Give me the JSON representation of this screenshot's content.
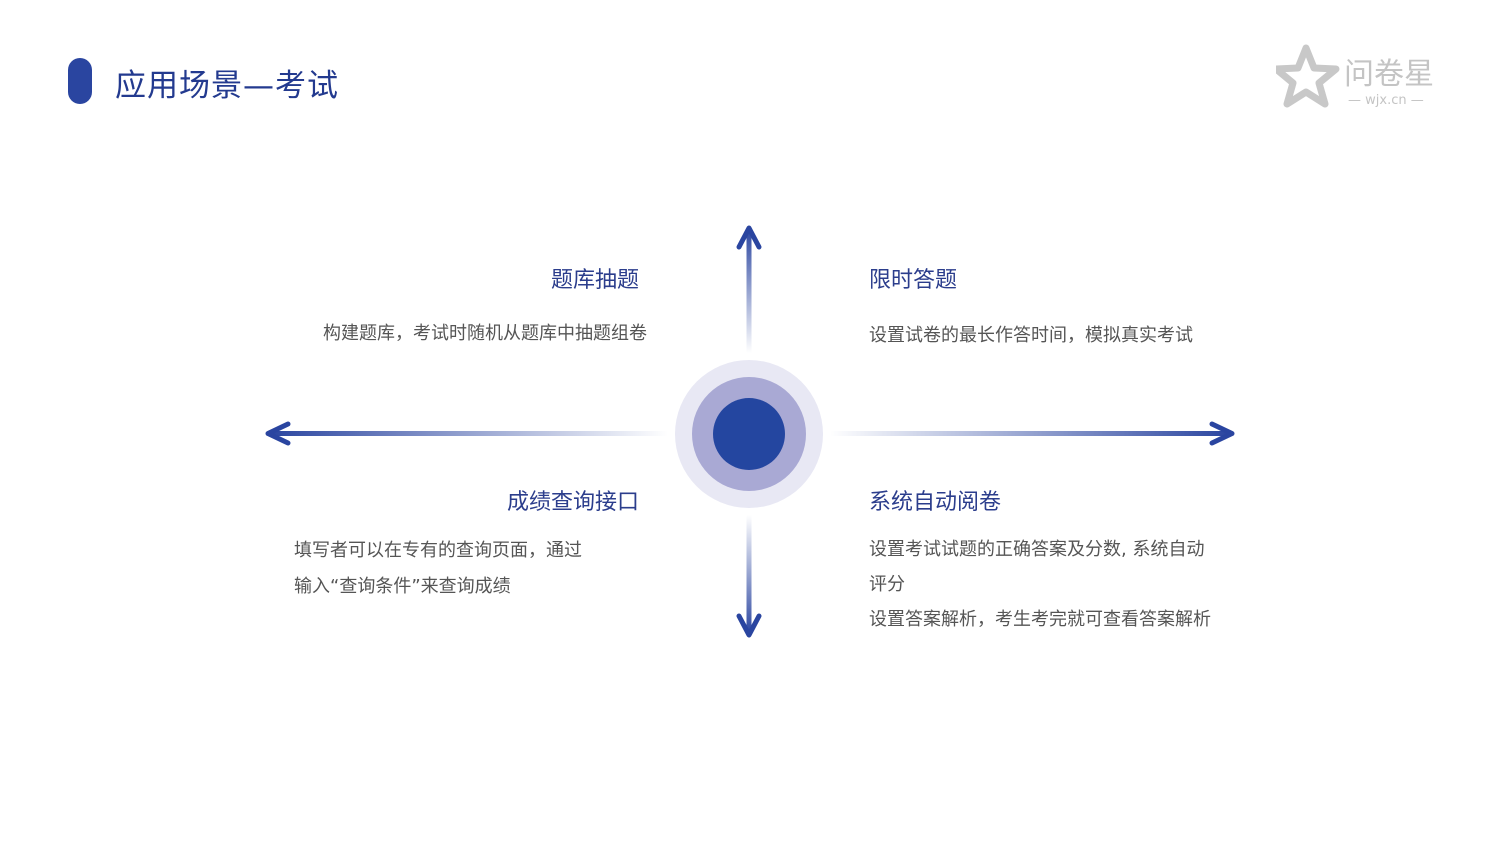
{
  "title": "应用场景—考试",
  "logo": {
    "name": "问卷星",
    "domain": "wjx.cn"
  },
  "colors": {
    "accent": "#2446a0",
    "ring_mid": "#a9a9d4",
    "ring_outer": "#e8e8f4",
    "text": "#555555"
  },
  "quadrants": [
    {
      "heading": "题库抽题",
      "lines": [
        "构建题库，考试时随机从题库中抽题组卷"
      ]
    },
    {
      "heading": "限时答题",
      "lines": [
        "设置试卷的最长作答时间，模拟真实考试"
      ]
    },
    {
      "heading": "成绩查询接口",
      "lines": [
        "填写者可以在专有的查询页面，通过",
        "输入“查询条件”来查询成绩"
      ]
    },
    {
      "heading": "系统自动阅卷",
      "lines": [
        "设置考试试题的正确答案及分数, 系统自动",
        "评分",
        "设置答案解析，考生考完就可查看答案解析"
      ]
    }
  ]
}
